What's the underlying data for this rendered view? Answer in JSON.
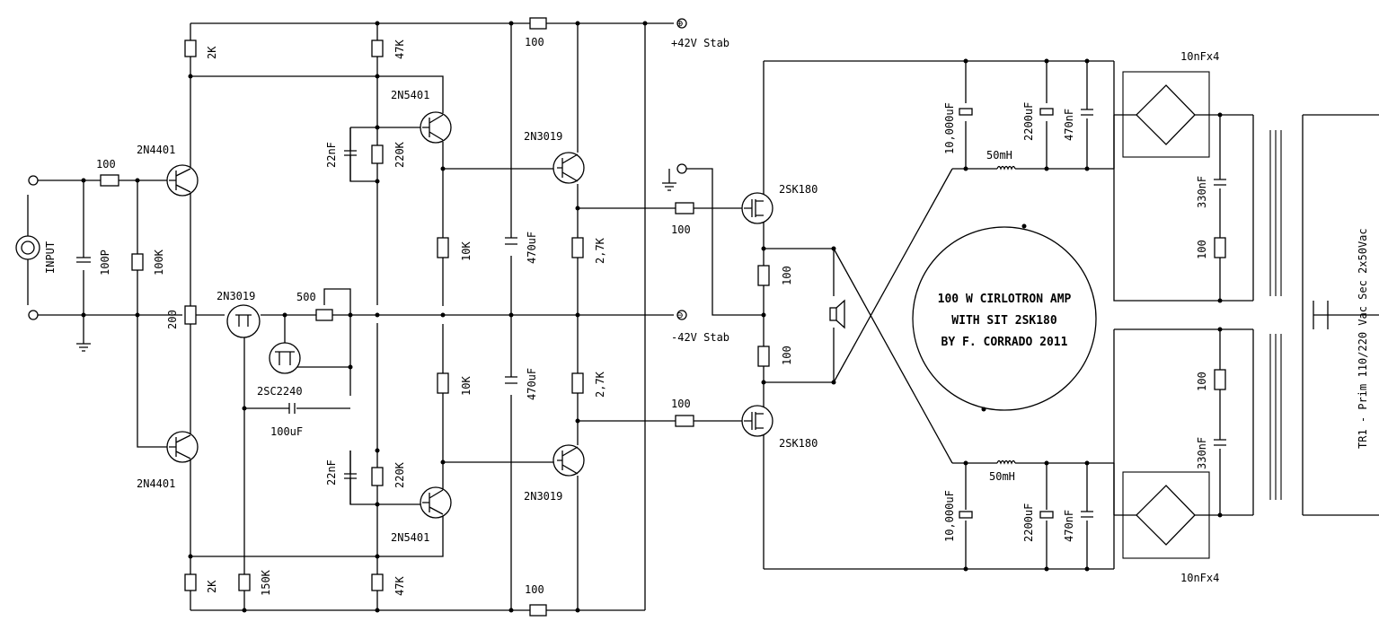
{
  "title": {
    "line1": "100 W CIRLOTRON AMP",
    "line2": "WITH SIT 2SK180",
    "line3": "BY F. CORRADO 2011"
  },
  "rails": {
    "pos": "+42V Stab",
    "neg": "-42V Stab",
    "pos_symbol": "⊕",
    "neg_symbol": "⊖"
  },
  "input": {
    "label": "INPUT"
  },
  "transistors": {
    "q_in_top": "2N4401",
    "q_in_bot": "2N4401",
    "q_vbe": "2N3019",
    "q_vbe2": "2SC2240",
    "q_vas_top": "2N5401",
    "q_vas_bot": "2N5401",
    "q_drv_top": "2N3019",
    "q_drv_bot": "2N3019",
    "fet_top": "2SK180",
    "fet_bot": "2SK180"
  },
  "components": {
    "r_in": "100",
    "c_in": "100P",
    "r_bias": "100K",
    "r_top_2k": "2K",
    "r_bot_2k": "2K",
    "pot_200": "200",
    "pot_500": "500",
    "r_150k": "150K",
    "r_47k_top": "47K",
    "r_47k_bot": "47K",
    "c_22n_top": "22nF",
    "c_22n_bot": "22nF",
    "r_220k_top": "220K",
    "r_220k_bot": "220K",
    "r_10k_top": "10K",
    "r_10k_bot": "10K",
    "c_100u": "100uF",
    "r_rail_top": "100",
    "r_rail_bot": "100",
    "c_470u_top": "470uF",
    "c_470u_bot": "470uF",
    "r_27k_top": "2,7K",
    "r_27k_bot": "2,7K",
    "r_gate_top": "100",
    "r_gate_bot": "100",
    "r_src_top": "100",
    "r_src_bot": "100",
    "c_10000_top": "10,000uF",
    "c_10000_bot": "10,000uF",
    "c_2200_top": "2200uF",
    "c_2200_bot": "2200uF",
    "c_470n_top": "470nF",
    "c_470n_bot": "470nF",
    "l_top": "50mH",
    "l_bot": "50mH",
    "c_bridge_top": "10nFx4",
    "c_bridge_bot": "10nFx4",
    "c_330n_top": "330nF",
    "c_330n_bot": "330nF",
    "r_snub_top": "100",
    "r_snub_bot": "100"
  },
  "transformer": {
    "label": "TR1 - Prim 110/220 Vac Sec 2x50Vac"
  }
}
